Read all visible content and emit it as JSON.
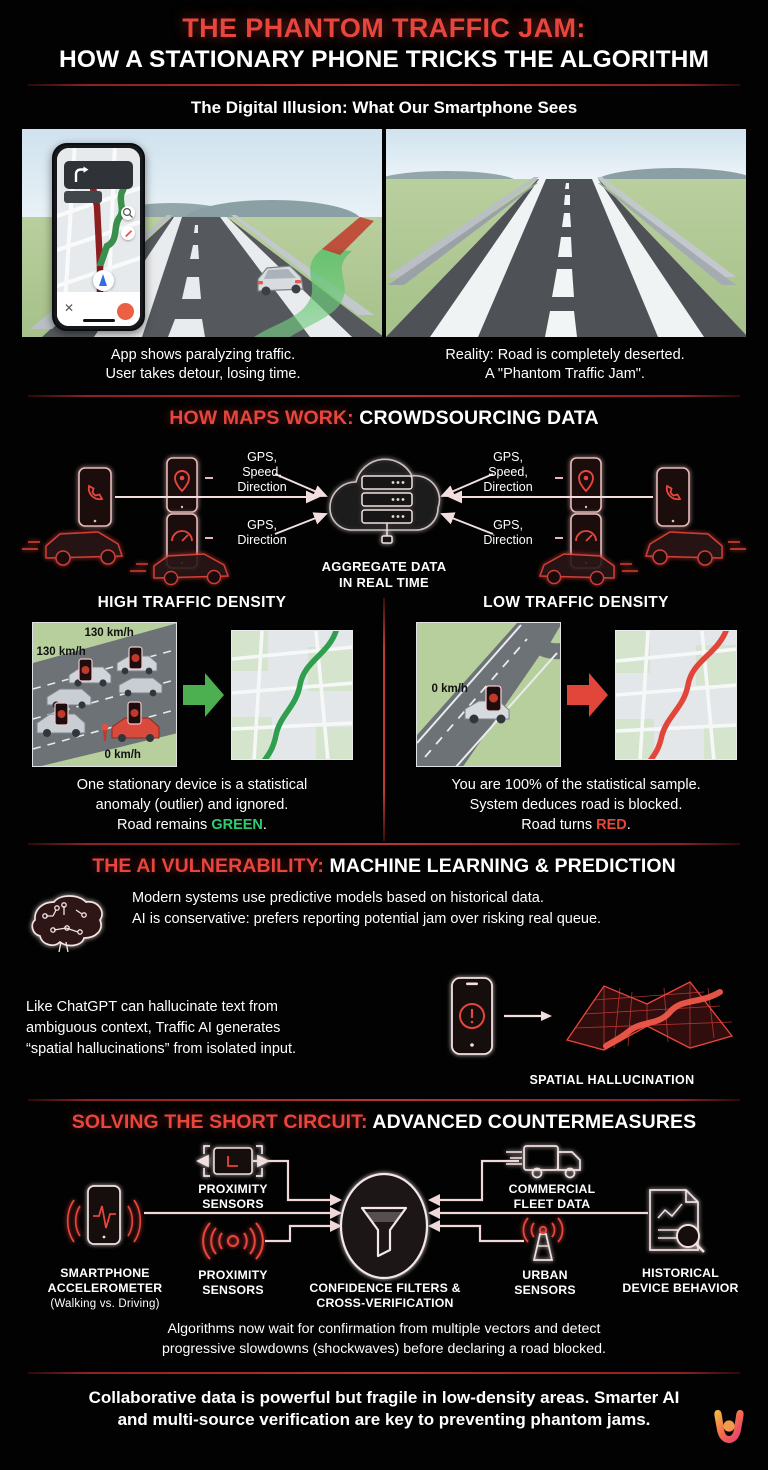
{
  "header": {
    "title_line1": "THE PHANTOM TRAFFIC JAM:",
    "title_line2": "HOW A STATIONARY PHONE TRICKS THE ALGORITHM",
    "subtitle": "The Digital Illusion: What Our Smartphone Sees"
  },
  "illusion": {
    "left_caption_line1": "App shows paralyzing traffic.",
    "left_caption_line2": "User takes detour, losing time.",
    "right_caption_line1": "Reality: Road is completely deserted.",
    "right_caption_line2": "A \"Phantom Traffic Jam\"."
  },
  "crowdsourcing": {
    "heading_accent": "HOW MAPS WORK:",
    "heading_rest": " CROWDSOURCING DATA",
    "label_top_left": "GPS,\nSpeed,\nDirection",
    "label_bottom_left": "GPS,\nDirection",
    "label_top_right": "GPS,\nSpeed,\nDirection",
    "label_bottom_right": "GPS,\nDirection",
    "center_label_line1": "AGGREGATE DATA",
    "center_label_line2": "IN REAL TIME"
  },
  "density": {
    "high": {
      "title": "HIGH TRAFFIC DENSITY",
      "speed_label_1": "130 km/h",
      "speed_label_2": "130 km/h",
      "speed_label_3": "0 km/h",
      "caption_line1": "One stationary device is a statistical",
      "caption_line2": "anomaly (outlier) and ignored.",
      "caption_line3_pre": "Road remains ",
      "caption_line3_kw": "GREEN",
      "caption_line3_post": ".",
      "route_color": "#2f9e4f"
    },
    "low": {
      "title": "LOW TRAFFIC DENSITY",
      "speed_label_1": "0 km/h",
      "caption_line1": "You are 100% of the statistical sample.",
      "caption_line2": "System deduces road is blocked.",
      "caption_line3_pre": "Road turns ",
      "caption_line3_kw": "RED",
      "caption_line3_post": ".",
      "route_color": "#e8453c"
    }
  },
  "ai": {
    "heading_accent": "THE AI VULNERABILITY:",
    "heading_rest": " MACHINE LEARNING & PREDICTION",
    "para1_line1": "Modern systems use predictive models based on historical data.",
    "para1_line2": "AI is conservative: prefers reporting potential jam over risking real queue.",
    "para2_line1": "Like ChatGPT can hallucinate text from",
    "para2_line2": "ambiguous context, Traffic AI generates",
    "para2_line3": "“spatial hallucinations” from isolated input.",
    "hallucination_label": "SPATIAL HALLUCINATION"
  },
  "countermeasures": {
    "heading_accent": "SOLVING THE SHORT CIRCUIT:",
    "heading_rest": " ADVANCED COUNTERMEASURES",
    "nodes": [
      {
        "id": "smartphone-accelerometer",
        "line1": "SMARTPHONE",
        "line2": "ACCELEROMETER",
        "line3": "(Walking vs. Driving)"
      },
      {
        "id": "proximity-sensors-top",
        "line1": "PROXIMITY",
        "line2": "SENSORS"
      },
      {
        "id": "proximity-sensors-bottom",
        "line1": "PROXIMITY",
        "line2": "SENSORS"
      },
      {
        "id": "confidence-filters",
        "line1": "CONFIDENCE FILTERS &",
        "line2": "CROSS-VERIFICATION"
      },
      {
        "id": "commercial-fleet-data",
        "line1": "COMMERCIAL",
        "line2": "FLEET DATA"
      },
      {
        "id": "urban-sensors",
        "line1": "URBAN",
        "line2": "SENSORS"
      },
      {
        "id": "historical-device-behavior",
        "line1": "HISTORICAL",
        "line2": "DEVICE BEHAVIOR"
      }
    ],
    "note_line1": "Algorithms now wait for confirmation from multiple vectors and detect",
    "note_line2": "progressive slowdowns (shockwaves) before declaring a road blocked."
  },
  "footer": {
    "line1": "Collaborative data is powerful but fragile in low-density areas. Smarter AI",
    "line2": "and multi-source verification are key to preventing phantom jams."
  },
  "colors": {
    "accent_red": "#e8453c",
    "green": "#2ecc71",
    "background": "#000000",
    "text": "#ffffff"
  }
}
